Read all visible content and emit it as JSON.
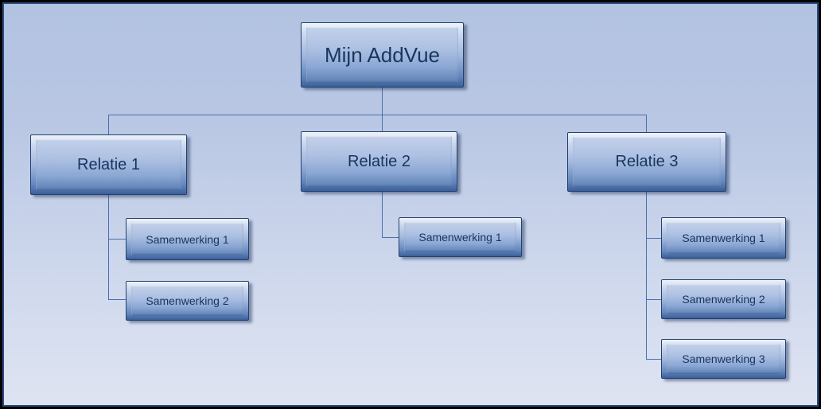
{
  "diagram": {
    "root": {
      "label": "Mijn AddVue"
    },
    "relations": [
      {
        "label": "Relatie 1",
        "children": [
          {
            "label": "Samenwerking 1"
          },
          {
            "label": "Samenwerking 2"
          }
        ]
      },
      {
        "label": "Relatie 2",
        "children": [
          {
            "label": "Samenwerking 1"
          }
        ]
      },
      {
        "label": "Relatie 3",
        "children": [
          {
            "label": "Samenwerking 1"
          },
          {
            "label": "Samenwerking 2"
          },
          {
            "label": "Samenwerking 3"
          }
        ]
      }
    ],
    "colors": {
      "connector": "#4a6fae",
      "node_border": "#24406e",
      "node_text": "#17365d",
      "node_fill_top": "#c3d1ea",
      "node_fill_bottom": "#5c80b4",
      "canvas_border": "#000000",
      "canvas_inner_border": "#2a4d80",
      "background_top": "#b2c2e1",
      "background_bottom": "#dfe4f2"
    }
  }
}
